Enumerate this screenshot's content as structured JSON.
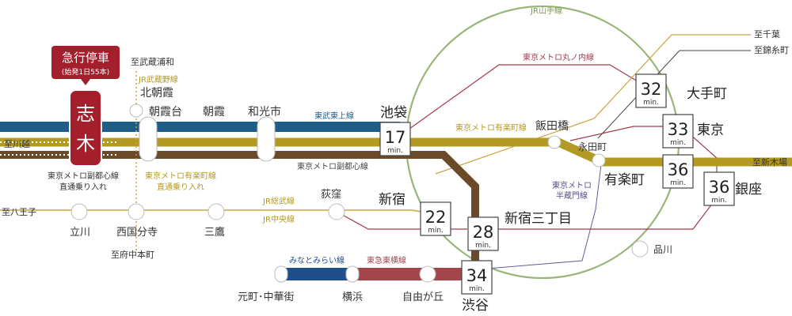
{
  "badge": {
    "title": "急行停車",
    "sub": "(始発1日55本)",
    "station": [
      "志",
      "木"
    ]
  },
  "colors": {
    "tobu_tojo": "#1f5c86",
    "fukutoshin": "#6b4a2a",
    "yurakucho": "#b39a22",
    "jr_yamanote": "#9ab57a",
    "marunouchi": "#a33a4e",
    "tokyu": "#a3454a",
    "minatomirai": "#1f4f8a",
    "badge": "#a31f2c",
    "jr_lines": "#c9a43f"
  },
  "lines": {
    "jr_yamanote": "JR山手線",
    "marunouchi": "東京メトロ丸ノ内線",
    "tobu_tojo": "東武東上線",
    "yurakucho": "東京メトロ有楽町線",
    "fukutoshin": "東京メトロ副都心線",
    "jr_musashino_upper": "JR武蔵野線",
    "jr_sobu": "JR総武線",
    "jr_chuo": "JR中央線",
    "hanzomon": [
      "東京メトロ",
      "半蔵門線"
    ],
    "minatomirai": "みなとみらい線",
    "toyoko": "東急東横線",
    "through_fukutoshin": [
      "東京メトロ副都心線",
      "直通乗り入れ"
    ],
    "through_yurakucho": [
      "東京メトロ有楽町線",
      "直通乗り入れ"
    ]
  },
  "directions": {
    "chiba": "至千葉",
    "kinshicho": "至錦糸町",
    "shinkiba": "至新木場",
    "kawagoe": "至川越",
    "musashiurawa": "至武蔵浦和",
    "hachioji": "至八王子",
    "fuchuhonmachi": "至府中本町"
  },
  "stations": {
    "kitaasaka": "北朝霞",
    "asakadai": "朝霞台",
    "asaka": "朝霞",
    "wakoshi": "和光市",
    "ikebukuro": "池袋",
    "iidabashi": "飯田橋",
    "nagatacho": "永田町",
    "otemachi": "大手町",
    "tokyo": "東京",
    "yurakucho": "有楽町",
    "ginza": "銀座",
    "shinjuku": "新宿",
    "shinjuku3": "新宿三丁目",
    "ogikubo": "荻窪",
    "tachikawa": "立川",
    "nishikokubunji": "西国分寺",
    "mitaka": "三鷹",
    "shinagawa": "品川",
    "shibuya": "渋谷",
    "jiyugaoka": "自由が丘",
    "yokohama": "横浜",
    "motomachi": "元町･中華街"
  },
  "times": {
    "ikebukuro": {
      "value": "17",
      "unit": "min."
    },
    "otemachi": {
      "value": "32",
      "unit": "min."
    },
    "tokyo": {
      "value": "33",
      "unit": "min."
    },
    "yurakucho": {
      "value": "36",
      "unit": "min."
    },
    "ginza": {
      "value": "36",
      "unit": "min."
    },
    "shinjuku": {
      "value": "22",
      "unit": "min."
    },
    "shinjuku3": {
      "value": "28",
      "unit": "min."
    },
    "shibuya": {
      "value": "34",
      "unit": "min."
    }
  }
}
